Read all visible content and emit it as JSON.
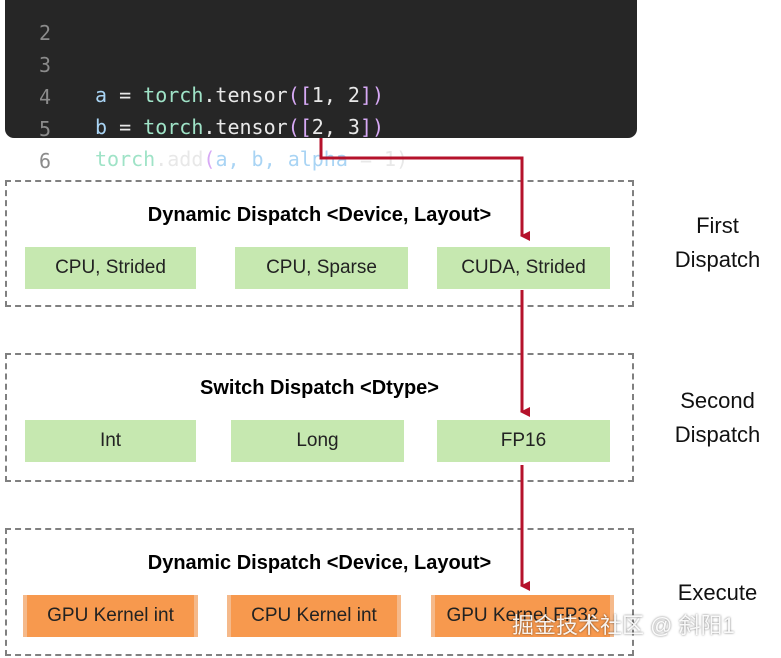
{
  "code": {
    "lines": [
      {
        "n": "2",
        "a": "",
        "b": "",
        "c": "",
        "d": "",
        "e": "",
        "f": "",
        "g": "",
        "h": ""
      },
      {
        "n": "3",
        "a": "a",
        "b": " = ",
        "c": "torch",
        "d": ".tensor",
        "e": "([",
        "f": "1, 2",
        "g": "])",
        "h": ""
      },
      {
        "n": "4",
        "a": "b",
        "b": " = ",
        "c": "torch",
        "d": ".tensor",
        "e": "([",
        "f": "2, 3",
        "g": "])",
        "h": ""
      },
      {
        "n": "5",
        "a": "",
        "b": "",
        "c": "torch",
        "d": ".add",
        "e": "(",
        "f": "a, b, ",
        "g": "alpha",
        "h": " = 1)"
      },
      {
        "n": "6",
        "a": "",
        "b": "",
        "c": "",
        "d": "",
        "e": "",
        "f": "",
        "g": "",
        "h": ""
      }
    ]
  },
  "stages": [
    {
      "title": "Dynamic Dispatch <Device, Layout>",
      "boxes": [
        "CPU, Strided",
        "CPU, Sparse",
        "CUDA, Strided"
      ]
    },
    {
      "title": "Switch Dispatch <Dtype>",
      "boxes": [
        "Int",
        "Long",
        "FP16"
      ]
    },
    {
      "title": "Dynamic Dispatch <Device, Layout>",
      "boxes": [
        "GPU Kernel int",
        "CPU Kernel int",
        "GPU Kernel FP32"
      ]
    }
  ],
  "side_labels": [
    {
      "line1": "First",
      "line2": "Dispatch"
    },
    {
      "line1": "Second",
      "line2": "Dispatch"
    },
    {
      "line1": "Execute",
      "line2": ""
    }
  ],
  "watermark": "掘金技术社区 @ 斜阳1",
  "colors": {
    "arrow": "#b5122b",
    "green_box": "#c6e8b0",
    "orange_box": "#f7994e",
    "code_bg": "#262626"
  }
}
